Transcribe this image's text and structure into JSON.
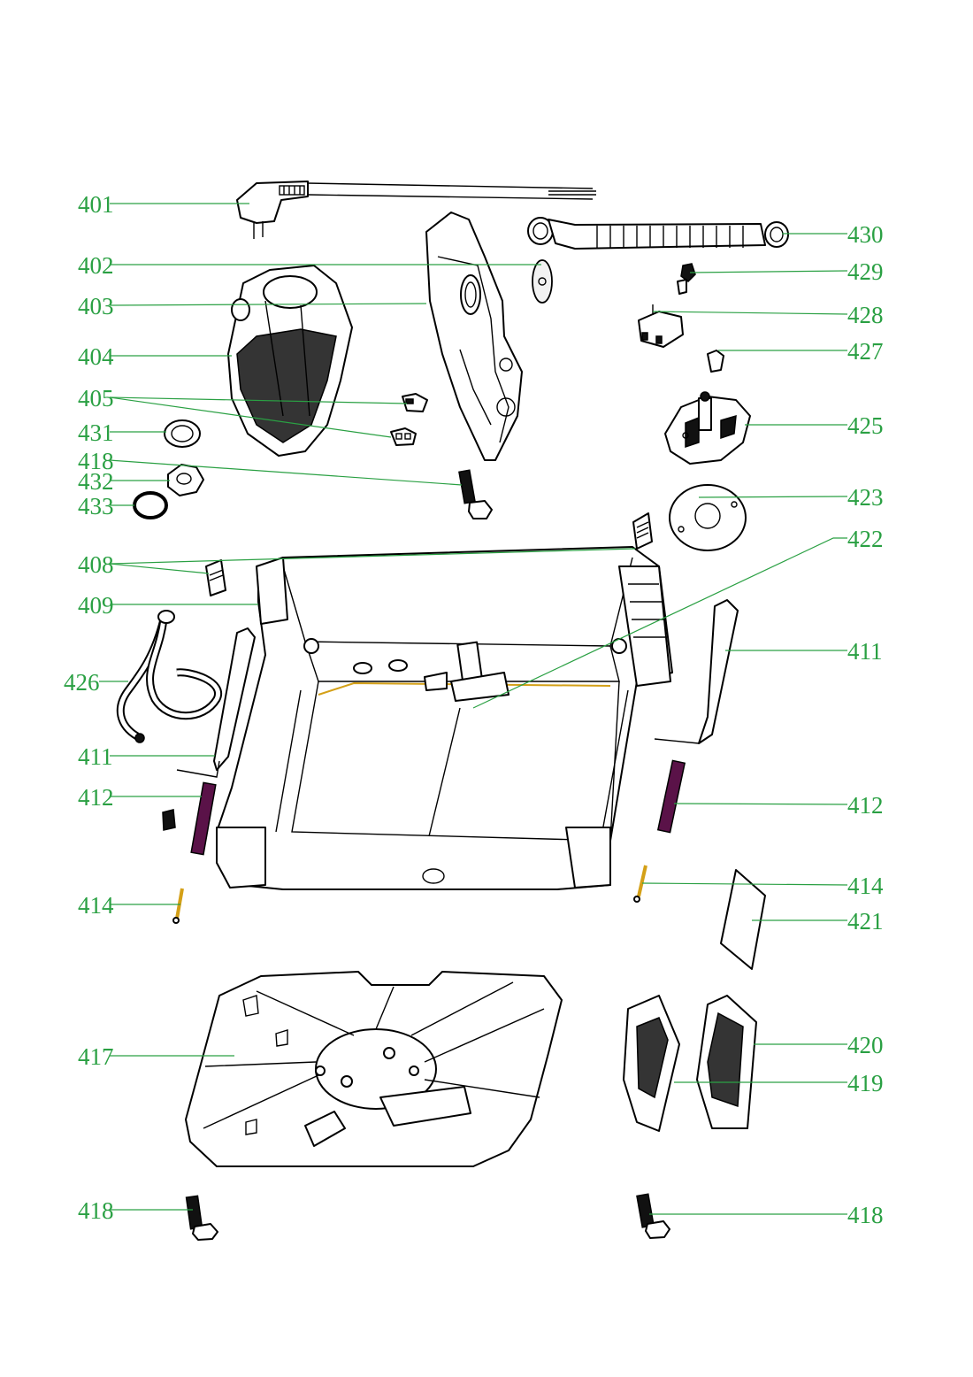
{
  "diagram": {
    "accent_color": "#2aa043",
    "callouts": {
      "c401": "401",
      "c402": "402",
      "c403": "403",
      "c404": "404",
      "c405": "405",
      "c431": "431",
      "c418a": "418",
      "c432": "432",
      "c433": "433",
      "c408": "408",
      "c409": "409",
      "c426": "426",
      "c411a": "411",
      "c412a": "412",
      "c414a": "414",
      "c417": "417",
      "c418b": "418",
      "c430": "430",
      "c429": "429",
      "c428": "428",
      "c427": "427",
      "c425": "425",
      "c423": "423",
      "c422": "422",
      "c411b": "411",
      "c412b": "412",
      "c414b": "414",
      "c421": "421",
      "c420": "420",
      "c419": "419",
      "c418c": "418"
    }
  }
}
